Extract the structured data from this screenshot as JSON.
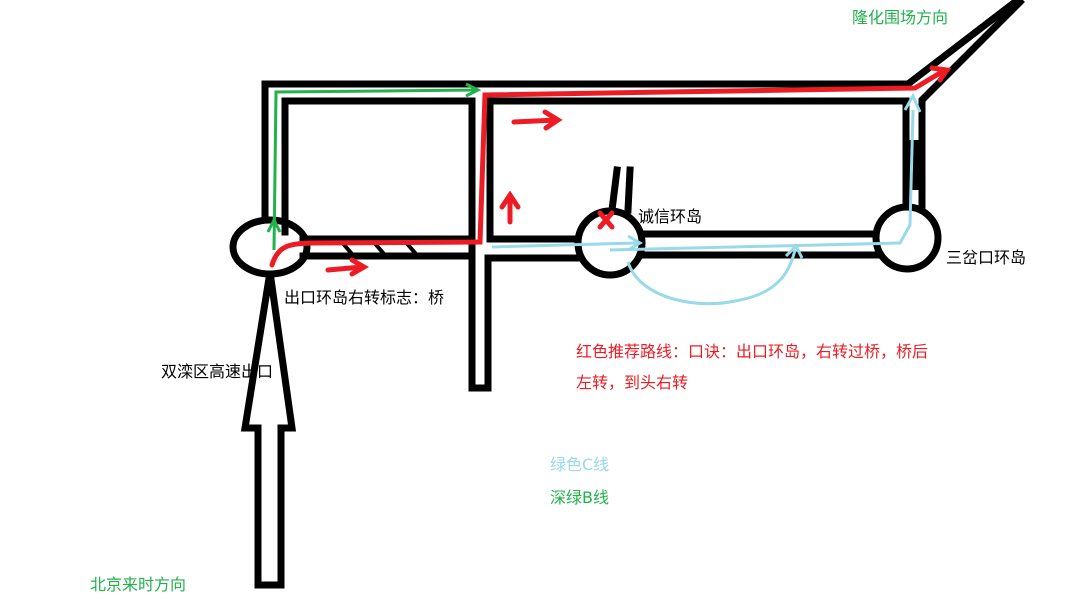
{
  "labels": {
    "longhua_direction": "隆化围场方向",
    "chengxin_roundabout": "诚信环岛",
    "sanchakou_roundabout": "三岔口环岛",
    "exit_roundabout_sign": "出口环岛右转标志：桥",
    "highway_exit": "双滦区高速出口",
    "beijing_direction": "北京来时方向"
  },
  "legend": {
    "red_route_line1": "红色推荐路线：口诀：出口环岛，右转过桥，桥后",
    "red_route_line2": "左转，到头右转",
    "light_green_c": "绿色C线",
    "dark_green_b": "深绿B线"
  },
  "colors": {
    "red": "#ed1c24",
    "dark_green": "#22b14c",
    "light_blue": "#99d9ea",
    "road": "#000000"
  }
}
